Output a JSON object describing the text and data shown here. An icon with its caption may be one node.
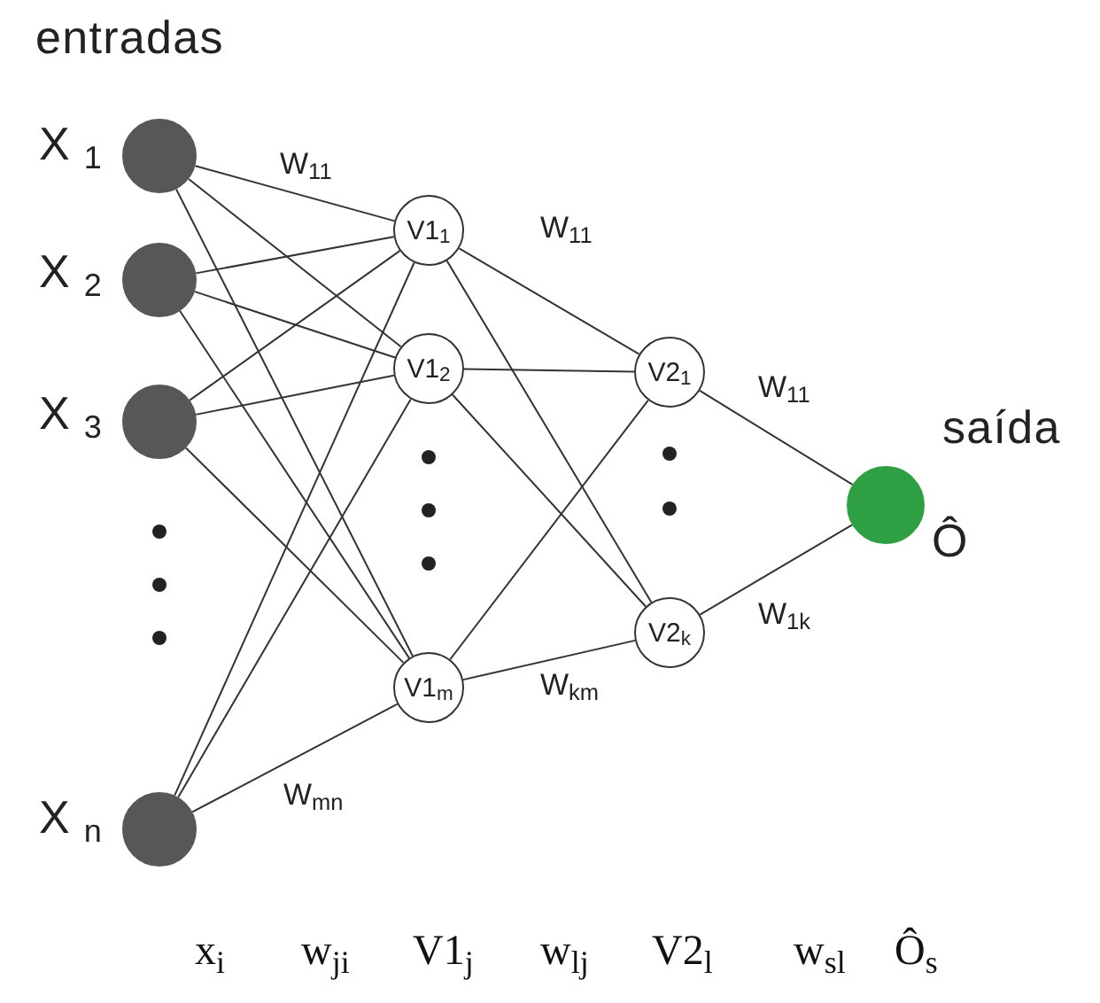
{
  "diagram": {
    "nodes": [
      {
        "text": [],
        "shape": "circle",
        "beside": [
          "X$_{1}$"
        ]
      },
      {
        "text": [],
        "shape": "circle",
        "beside": [
          "X$_{2}$"
        ]
      },
      {
        "text": [],
        "shape": "circle",
        "beside": [
          "X$_{3}$"
        ]
      },
      {
        "text": [],
        "shape": "circle",
        "beside": [
          "X$_{n}$"
        ]
      },
      {
        "text": [
          "V1$_{1}$"
        ]
      },
      {
        "text": [
          "V1$_{2}$"
        ]
      },
      {
        "text": [
          "V1$_{m}$"
        ]
      },
      {
        "text": [
          "V2$_{1}$"
        ]
      },
      {
        "text": [
          "V2$_{k}$"
        ]
      },
      {
        "text": [],
        "shape": "circle",
        "beside": [
          "Ô"
        ]
      }
    ],
    "edges": [
      {
        "from": 0,
        "to": 4,
        "arrow": "none"
      },
      {
        "from": 0,
        "to": 5,
        "arrow": "none"
      },
      {
        "from": 0,
        "to": 6,
        "arrow": "none"
      },
      {
        "from": 1,
        "to": 4,
        "arrow": "none"
      },
      {
        "from": 1,
        "to": 5,
        "arrow": "none"
      },
      {
        "from": 1,
        "to": 6,
        "arrow": "none"
      },
      {
        "from": 2,
        "to": 4,
        "arrow": "none"
      },
      {
        "from": 2,
        "to": 5,
        "arrow": "none"
      },
      {
        "from": 2,
        "to": 6,
        "arrow": "none"
      },
      {
        "from": 3,
        "to": 4,
        "arrow": "none"
      },
      {
        "from": 3,
        "to": 5,
        "arrow": "none"
      },
      {
        "from": 3,
        "to": 6,
        "arrow": "none"
      },
      {
        "from": 4,
        "to": 7,
        "arrow": "none"
      },
      {
        "from": 4,
        "to": 8,
        "arrow": "none"
      },
      {
        "from": 5,
        "to": 7,
        "arrow": "none"
      },
      {
        "from": 5,
        "to": 8,
        "arrow": "none"
      },
      {
        "from": 6,
        "to": 7,
        "arrow": "none"
      },
      {
        "from": 6,
        "to": 8,
        "arrow": "none"
      },
      {
        "from": 7,
        "to": 9,
        "arrow": "none"
      },
      {
        "from": 8,
        "to": 9,
        "arrow": "none"
      }
    ],
    "labels": [
      "entradas",
      "W$_{11}$",
      "W$_{11}$",
      "W$_{11}$",
      "saída",
      "W$_{1k}$",
      "W$_{km}$",
      "W$_{mn}$",
      "x$_{i}$",
      "w$_{ji}$",
      "V1$_{j}$",
      "w$_{lj}$",
      "V2$_{l}$",
      "w$_{sl}$",
      "Ô$_{s}$"
    ]
  }
}
